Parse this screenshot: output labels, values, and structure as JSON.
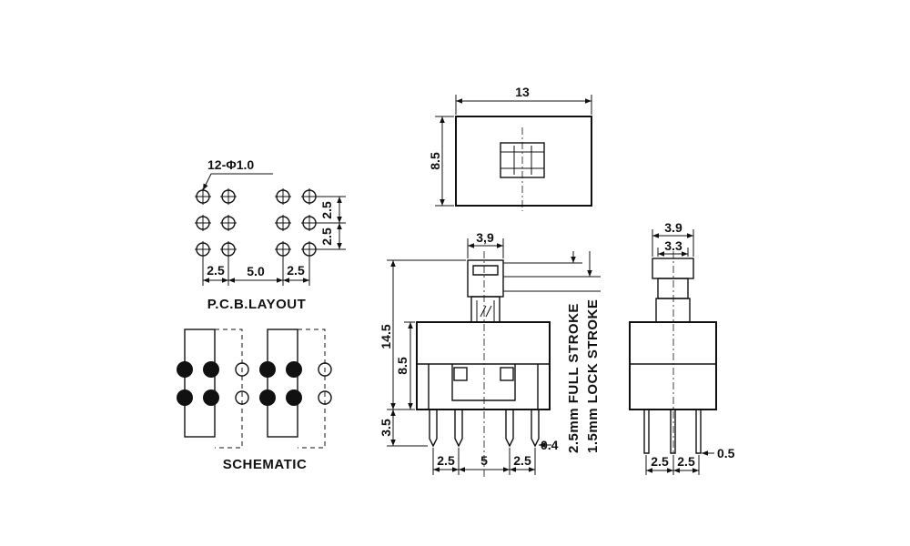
{
  "pcb": {
    "hole_note": "12-Φ1.0",
    "dim_pitch_left": "2.5",
    "dim_gap": "5.0",
    "dim_pitch_right": "2.5",
    "dim_row_1": "2.5",
    "dim_row_2": "2.5",
    "title": "P.C.B.LAYOUT"
  },
  "schematic": {
    "title": "SCHEMATIC"
  },
  "top_view": {
    "dim_width": "13",
    "dim_depth": "8.5"
  },
  "front_view": {
    "dim_button": "3,9",
    "dim_total_height": "14.5",
    "dim_body_height": "8.5",
    "dim_pin_length": "3.5",
    "dim_pitch_left": "2.5",
    "dim_gap": "5",
    "dim_pitch_right": "2.5",
    "dim_pin_width": "0.4",
    "note_full_stroke": "2.5mm FULL STROKE",
    "note_lock_stroke": "1.5mm LOCK STROKE"
  },
  "side_view": {
    "dim_outer": "3.9",
    "dim_inner": "3.3",
    "dim_pitch_left": "2.5",
    "dim_pitch_right": "2.5",
    "dim_pin_width": "0.5"
  }
}
